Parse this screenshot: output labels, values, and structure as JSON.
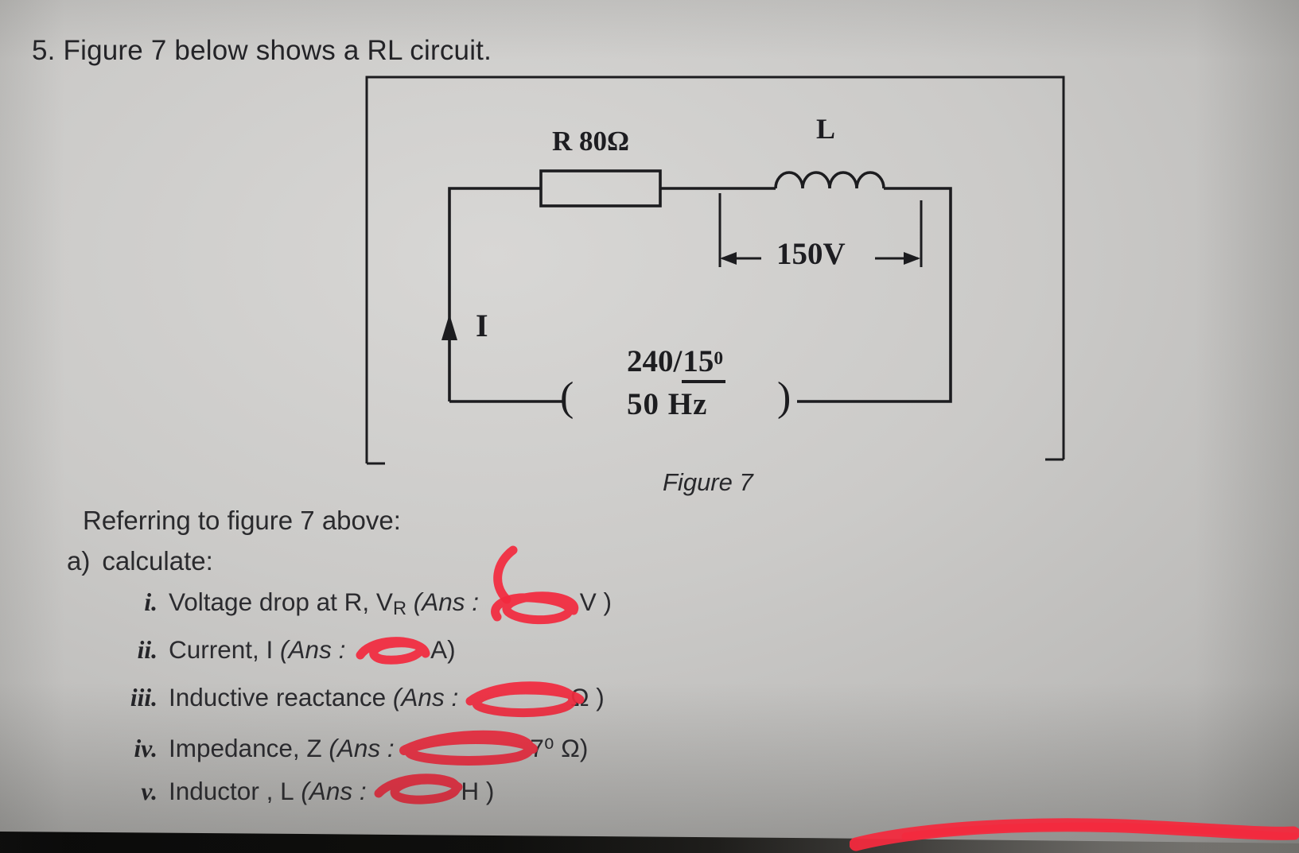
{
  "title": "5. Figure 7 below shows a RL circuit.",
  "figure": {
    "caption": "Figure 7",
    "resistor_label": "R 80Ω",
    "inductor_label": "L",
    "voltage_label": "150V",
    "current_label": "I",
    "source_prefix": "240/",
    "source_angle": "15",
    "source_angle_sup": "0",
    "source_freq": "50 Hz",
    "paren_left": "(",
    "paren_right": ")"
  },
  "questions": {
    "intro": "Referring to figure 7 above:",
    "section_marker": "a)",
    "section_text": "calculate:",
    "items": [
      {
        "numeral": "i.",
        "pre": "Voltage drop at R, V",
        "sub": "R",
        "ans": " (Ans : ",
        "post": "V )"
      },
      {
        "numeral": "ii.",
        "pre": "Current, I",
        "ans": " (Ans : ",
        "post": "A)"
      },
      {
        "numeral": "iii.",
        "pre": "Inductive reactance",
        "ans": " (Ans : ",
        "post": "Ω )"
      },
      {
        "numeral": "iv.",
        "pre": "Impedance, Z",
        "ans": " (Ans : ",
        "post": "7⁰ Ω)"
      },
      {
        "numeral": "v.",
        "pre": "Inductor , L",
        "ans": " (Ans : ",
        "post": "H )"
      }
    ]
  },
  "colors": {
    "ink": "#1c1c1f",
    "paper": "#c9c8c6",
    "redaction": "#f22a3e"
  }
}
